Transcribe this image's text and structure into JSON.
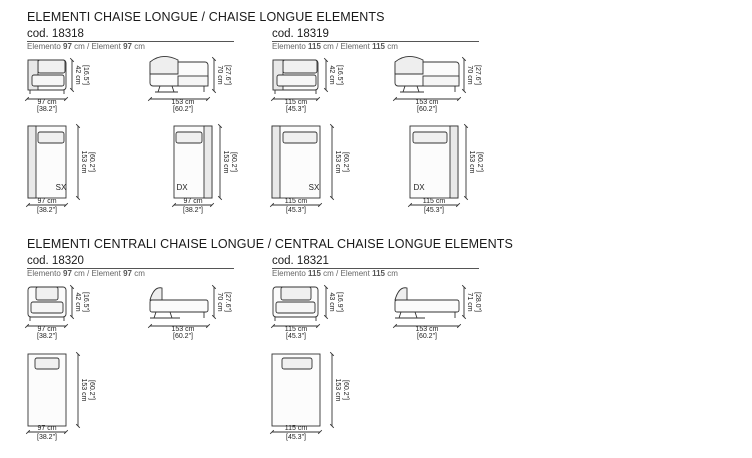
{
  "sections": [
    {
      "title": "ELEMENTI CHAISE LONGUE / CHAISE LONGUE ELEMENTS",
      "items": [
        {
          "code": "cod. 18318",
          "element": {
            "prefix": "Elemento ",
            "v1": "97",
            "mid": " cm / Element ",
            "v2": "97",
            "suffix": " cm"
          },
          "front": {
            "width": "97 cm",
            "width_in": "[38.2\"]",
            "height": "42 cm",
            "height_in": "[16.5\"]"
          },
          "side": {
            "length": "153 cm",
            "length_in": "[60.2\"]",
            "height": "70 cm",
            "height_in": "[27.6\"]"
          },
          "plan": {
            "label": "SX",
            "width": "97 cm",
            "width_in": "[38.2\"]",
            "depth": "153 cm",
            "depth_in": "[60.2\"]"
          },
          "plan2": {
            "label": "DX",
            "width": "97 cm",
            "width_in": "[38.2\"]",
            "depth": "153 cm",
            "depth_in": "[60.2\"]"
          }
        },
        {
          "code": "cod. 18319",
          "element": {
            "prefix": "Elemento ",
            "v1": "115",
            "mid": " cm / Element ",
            "v2": "115",
            "suffix": " cm"
          },
          "front": {
            "width": "115 cm",
            "width_in": "[45.3\"]",
            "height": "42 cm",
            "height_in": "[16.5\"]"
          },
          "side": {
            "length": "153 cm",
            "length_in": "[60.2\"]",
            "height": "70 cm",
            "height_in": "[27.6\"]"
          },
          "plan": {
            "label": "SX",
            "width": "115 cm",
            "width_in": "[45.3\"]",
            "depth": "153 cm",
            "depth_in": "[60.2\"]"
          },
          "plan2": {
            "label": "DX",
            "width": "115 cm",
            "width_in": "[45.3\"]",
            "depth": "153 cm",
            "depth_in": "[60.2\"]"
          }
        }
      ]
    },
    {
      "title": "ELEMENTI CENTRALI CHAISE LONGUE / CENTRAL CHAISE LONGUE ELEMENTS",
      "items": [
        {
          "code": "cod. 18320",
          "element": {
            "prefix": "Elemento ",
            "v1": "97",
            "mid": " cm / Element ",
            "v2": "97",
            "suffix": " cm"
          },
          "front": {
            "width": "97 cm",
            "width_in": "[38.2\"]",
            "height": "42 cm",
            "height_in": "[16.5\"]"
          },
          "side": {
            "length": "153 cm",
            "length_in": "[60.2\"]",
            "height": "70 cm",
            "height_in": "[27.6\"]"
          },
          "plan": {
            "width": "97 cm",
            "width_in": "[38.2\"]",
            "depth": "153 cm",
            "depth_in": "[60.2\"]"
          }
        },
        {
          "code": "cod. 18321",
          "element": {
            "prefix": "Elemento ",
            "v1": "115",
            "mid": " cm / Element ",
            "v2": "115",
            "suffix": " cm"
          },
          "front": {
            "width": "115 cm",
            "width_in": "[45.3\"]",
            "height": "43 cm",
            "height_in": "[16.9\"]"
          },
          "side": {
            "length": "153 cm",
            "length_in": "[60.2\"]",
            "height": "71 cm",
            "height_in": "[28.0\"]"
          },
          "plan": {
            "width": "115 cm",
            "width_in": "[45.3\"]",
            "depth": "153 cm",
            "depth_in": "[60.2\"]"
          }
        }
      ]
    }
  ]
}
